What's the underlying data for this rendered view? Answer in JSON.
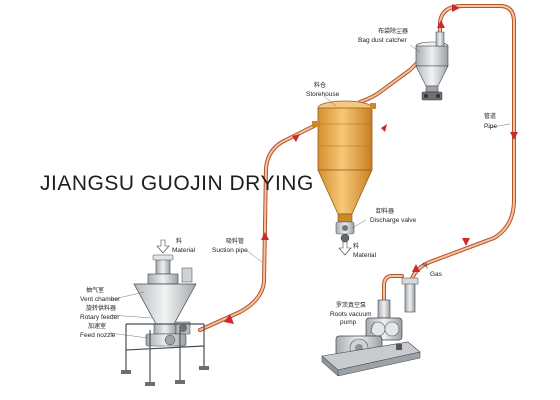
{
  "watermark": "JIANGSU GUOJIN DRYING",
  "labels": {
    "bag_dust_catcher": {
      "cn": "布袋除尘器",
      "en": "Bag dust catcher"
    },
    "storehouse": {
      "cn": "料仓",
      "en": "Storehouse"
    },
    "pipe": {
      "cn": "管道",
      "en": "Pipe"
    },
    "discharge_valve": {
      "cn": "卸料器",
      "en": "Discharge valve"
    },
    "material_bottom": {
      "cn": "料",
      "en": "Material"
    },
    "suction_pipe": {
      "cn": "吸料管",
      "en": "Suction pipe"
    },
    "material_top": {
      "cn": "料",
      "en": "Material"
    },
    "gas": {
      "cn": "气",
      "en": "Gas"
    },
    "vent_chamber": {
      "cn": "抽气室",
      "en": "Vent chamber"
    },
    "rotary_feeder": {
      "cn": "旋转供料器",
      "en": "Rotary feeder"
    },
    "feed_nozzle": {
      "cn": "加速室",
      "en": "Feed nozzle"
    },
    "roots_pump": {
      "cn": "罗茨真空泵",
      "en": "Roots vacuum",
      "en2": "pump"
    }
  },
  "colors": {
    "pipe": "#e08a5a",
    "pipe_outline": "#b5532a",
    "storehouse": "#f2b560",
    "equipment": "#d8dbde",
    "arrow": "#cc2b2b"
  }
}
